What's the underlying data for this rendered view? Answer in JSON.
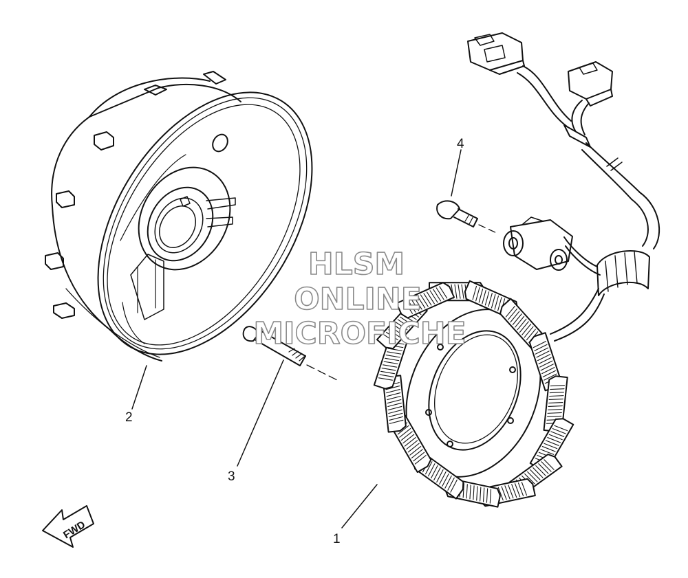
{
  "callouts": {
    "stator": "1",
    "rotor": "2",
    "long_bolt": "3",
    "short_bolt": "4"
  },
  "watermark": {
    "line1": "HLSM",
    "line2": "ONLINE",
    "line3": "MICROFICHE"
  },
  "direction_arrow": {
    "label": "FWD",
    "icon": "fwd-arrow-icon"
  },
  "colors": {
    "ink": "#111111",
    "watermark_outline": "#8a8a8a",
    "background": "#ffffff"
  }
}
